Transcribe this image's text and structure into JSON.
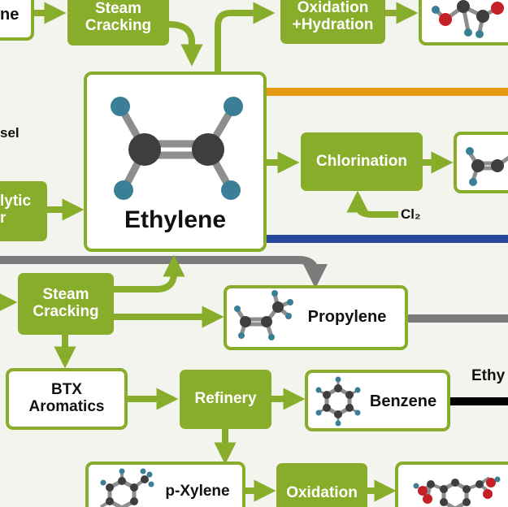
{
  "colors": {
    "green": "#88ad2b",
    "green_dark": "#7a9d22",
    "orange_line": "#e49b13",
    "blue_line": "#25479c",
    "gray_line": "#7b7b7b",
    "black_line": "#000000",
    "atom_carbon": "#3e3e3e",
    "atom_hydrogen": "#3b7f96",
    "atom_oxygen": "#c52026",
    "bond": "#8e8e8e"
  },
  "nodes": {
    "top_left_fragment": "ne",
    "steam_cracking_top": "Steam\nCracking",
    "oxidation_hydration": "Oxidation\n+Hydration",
    "ethylene": "Ethylene",
    "chlorination": "Chlorination",
    "cl2": "Cl₂",
    "diesel_fragment": "sel",
    "catalytic_fragment": "lytic\nr",
    "steam_cracking_mid": "Steam\nCracking",
    "propylene": "Propylene",
    "btx_aromatics": "BTX\nAromatics",
    "refinery": "Refinery",
    "benzene": "Benzene",
    "ethyl_fragment": "Ethy",
    "p_xylene": "p-Xylene",
    "oxidation": "Oxidation"
  },
  "icons": {
    "ethylene_molecule": "ethylene-molecule-icon",
    "propylene_molecule": "propylene-molecule-icon",
    "benzene_molecule": "benzene-molecule-icon",
    "p_xylene_molecule": "p-xylene-molecule-icon",
    "ethylene_glycol_molecule": "ethylene-glycol-molecule-icon",
    "vinyl_chloride_molecule": "vinyl-chloride-molecule-icon",
    "terephthalic_acid_molecule": "terephthalic-acid-molecule-icon"
  }
}
